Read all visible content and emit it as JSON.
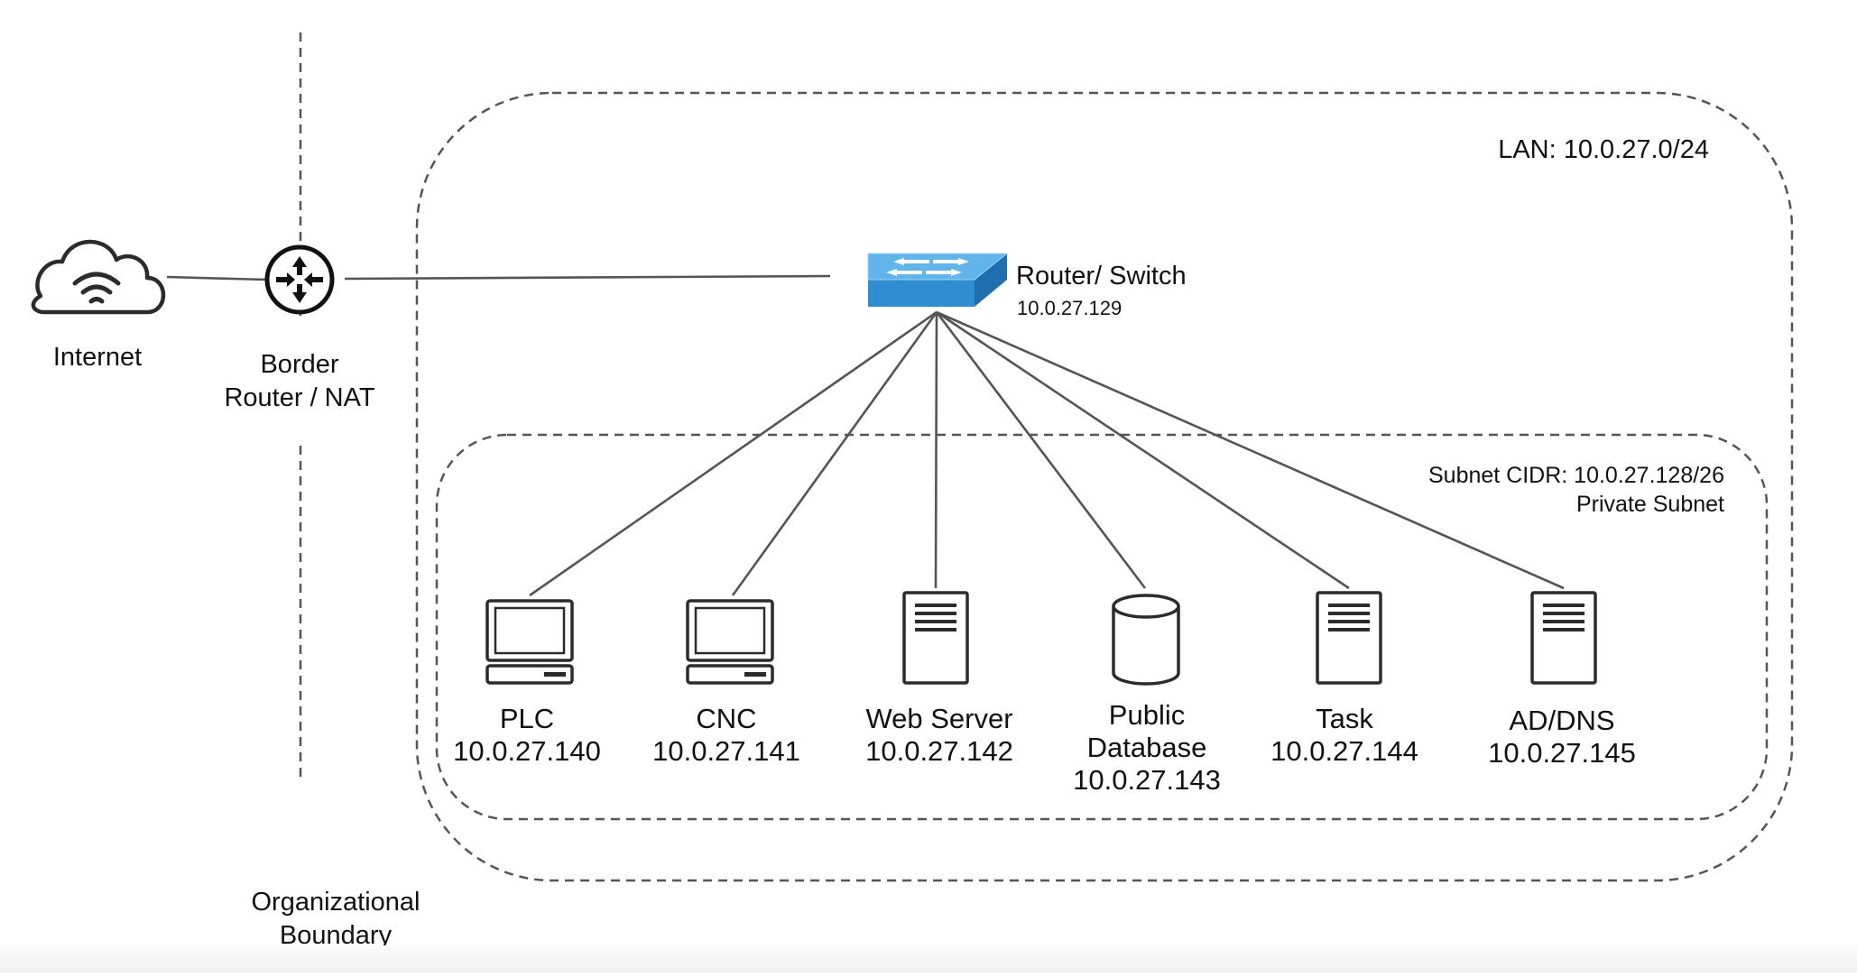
{
  "diagram": {
    "zones": {
      "lan": "LAN: 10.0.27.0/24",
      "subnet_line1": "Subnet CIDR: 10.0.27.128/26",
      "subnet_line2": "Private Subnet",
      "boundary_line1": "Organizational",
      "boundary_line2": "Boundary"
    },
    "internet": {
      "label": "Internet",
      "icon": "cloud-wifi-icon"
    },
    "border_router": {
      "line1": "Border",
      "line2": "Router / NAT",
      "icon": "router-icon"
    },
    "switch": {
      "label": "Router/ Switch",
      "ip": "10.0.27.129",
      "icon": "network-switch-icon",
      "color": "#3d9ad9"
    },
    "hosts": [
      {
        "name": "PLC",
        "ip": "10.0.27.140",
        "icon": "workstation-icon"
      },
      {
        "name": "CNC",
        "ip": "10.0.27.141",
        "icon": "workstation-icon"
      },
      {
        "name": "Web Server",
        "ip": "10.0.27.142",
        "icon": "server-icon"
      },
      {
        "name_line1": "Public",
        "name_line2": "Database",
        "ip": "10.0.27.143",
        "icon": "database-icon"
      },
      {
        "name": "Task",
        "ip": "10.0.27.144",
        "icon": "server-icon"
      },
      {
        "name": "AD/DNS",
        "ip": "10.0.27.145",
        "icon": "server-icon"
      }
    ]
  }
}
